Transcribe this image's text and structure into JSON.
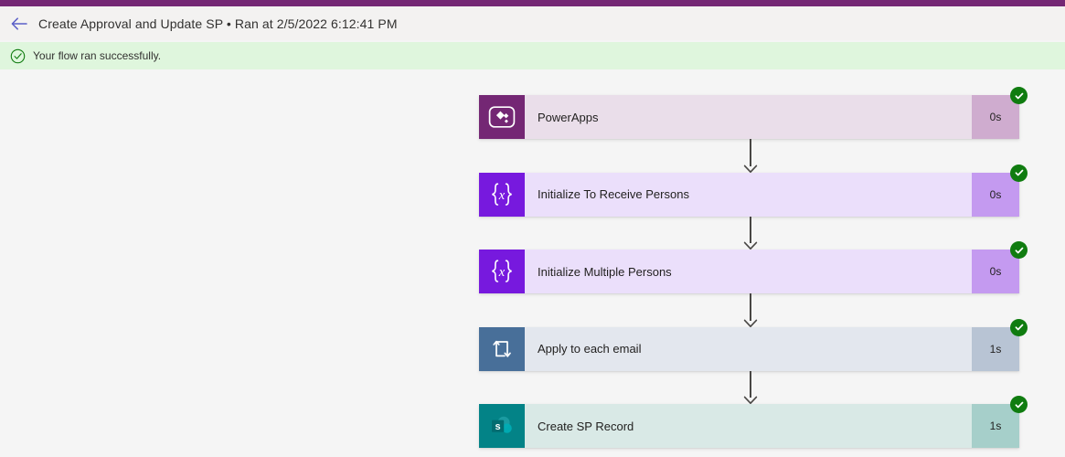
{
  "brand": {
    "bar_color": "#742774"
  },
  "header": {
    "back_icon": "back-arrow-icon",
    "title": "Create Approval and Update SP • Ran at 2/5/2022 6:12:41 PM"
  },
  "banner": {
    "icon": "success-check-circle-icon",
    "text": "Your flow ran successfully.",
    "background": "#dff6dd",
    "accent": "#107c10"
  },
  "flow": {
    "status_badge_color": "#107c10",
    "connector_color": "#484644",
    "nodes": [
      {
        "title": "PowerApps",
        "duration": "0s",
        "icon": "powerapps-icon",
        "icon_bg": "#742774",
        "body_bg": "#eadeea",
        "duration_bg": "#cfaccf",
        "status": "succeeded"
      },
      {
        "title": "Initialize To Receive Persons",
        "duration": "0s",
        "icon": "variable-braces-x-icon",
        "icon_bg": "#7719de",
        "body_bg": "#ebdffb",
        "duration_bg": "#c49af0",
        "status": "succeeded"
      },
      {
        "title": "Initialize Multiple Persons",
        "duration": "0s",
        "icon": "variable-braces-x-icon",
        "icon_bg": "#7719de",
        "body_bg": "#ebdffb",
        "duration_bg": "#c49af0",
        "status": "succeeded"
      },
      {
        "title": "Apply to each email",
        "duration": "1s",
        "icon": "loop-foreach-icon",
        "icon_bg": "#486f99",
        "body_bg": "#e3e7ee",
        "duration_bg": "#b8c4d4",
        "status": "succeeded"
      },
      {
        "title": "Create SP Record",
        "duration": "1s",
        "icon": "sharepoint-icon",
        "icon_bg": "#038387",
        "body_bg": "#d9e9e6",
        "duration_bg": "#a6cfca",
        "status": "succeeded"
      }
    ]
  }
}
